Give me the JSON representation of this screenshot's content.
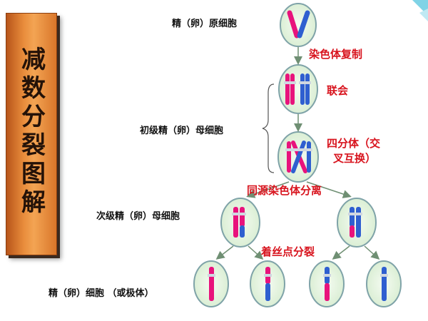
{
  "title": "减数分裂图解",
  "labels": {
    "primordial": "精（卵）原细胞",
    "primary": "初级精（卵）母细胞",
    "secondary": "次级精（卵）母细胞",
    "gamete": "精（卵）细胞 （或极体）"
  },
  "steps": {
    "replication": "染色体复制",
    "synapsis": "联会",
    "tetrad_line1": "四分体（交",
    "tetrad_line2": "叉互换）",
    "homolog_sep": "同源染色体分离",
    "centromere_split": "着丝点分裂"
  },
  "colors": {
    "panel": "#e98d3c",
    "step_text": "#d8141e",
    "cell_fill": "#dff0d8",
    "cell_edge": "#7fa3a8",
    "magenta": "#e8137c",
    "blue": "#2f5fd0",
    "arrow": "#6f8f73"
  }
}
